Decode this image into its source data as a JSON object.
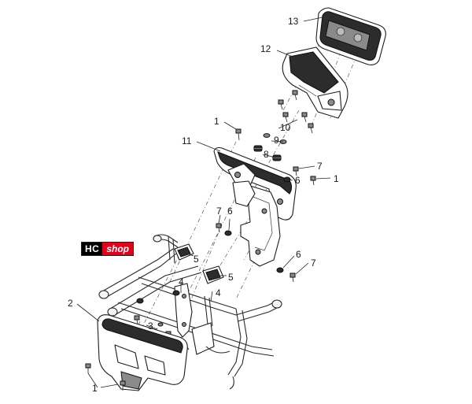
{
  "logo": {
    "brand": "HC",
    "suffix": "shop"
  },
  "callouts": [
    {
      "id": "c13",
      "text": "13"
    },
    {
      "id": "c12",
      "text": "12"
    },
    {
      "id": "c1a",
      "text": "1"
    },
    {
      "id": "c10",
      "text": "10"
    },
    {
      "id": "c9",
      "text": "9"
    },
    {
      "id": "c11",
      "text": "11"
    },
    {
      "id": "c8",
      "text": "8"
    },
    {
      "id": "c7a",
      "text": "7"
    },
    {
      "id": "c6a",
      "text": "6"
    },
    {
      "id": "c1b",
      "text": "1"
    },
    {
      "id": "c7b",
      "text": "7"
    },
    {
      "id": "c6b",
      "text": "6"
    },
    {
      "id": "c5a",
      "text": "5"
    },
    {
      "id": "c6c",
      "text": "6"
    },
    {
      "id": "c7c",
      "text": "7"
    },
    {
      "id": "c5b",
      "text": "5"
    },
    {
      "id": "c4a",
      "text": "4"
    },
    {
      "id": "c4b",
      "text": "4"
    },
    {
      "id": "c2",
      "text": "2"
    },
    {
      "id": "c3",
      "text": "3"
    },
    {
      "id": "c1c",
      "text": "1"
    }
  ]
}
